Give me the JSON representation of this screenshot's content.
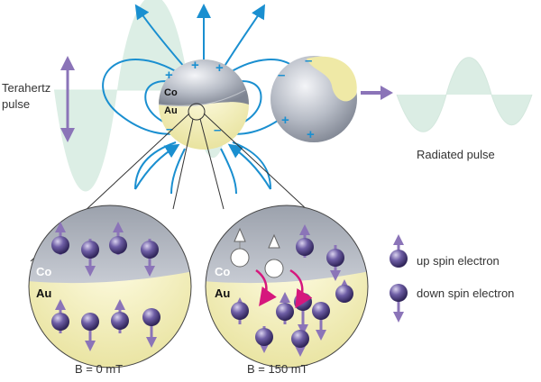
{
  "labels": {
    "terahertz_line1": "Terahertz",
    "terahertz_line2": "pulse",
    "radiated": "Radiated pulse",
    "co": "Co",
    "au": "Au",
    "plus": "+",
    "minus": "–",
    "b_zero": "B = 0 mT",
    "b_150": "B = 150 mT"
  },
  "legend": {
    "up": "up spin electron",
    "down": "down spin electron"
  },
  "colors": {
    "field_lines": "#1a8fd0",
    "wave": "#d8ece2",
    "arrow_purple": "#8b74b8",
    "co_gray": "#a8adb7",
    "au_yellow": "#f3f0b8",
    "electron": "#5b4a8f",
    "spin_transfer": "#d6177d"
  }
}
